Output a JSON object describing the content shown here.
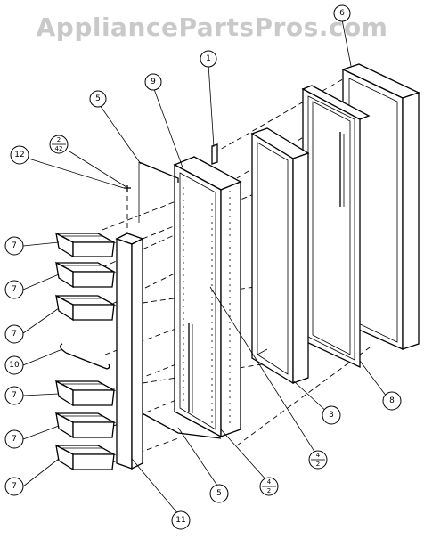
{
  "watermark": "AppliancePartsPros.com",
  "labels": {
    "c1": "1",
    "c3": "3",
    "c5a": "5",
    "c5b": "5",
    "c6": "6",
    "c7a": "7",
    "c7b": "7",
    "c7c": "7",
    "c7d": "7",
    "c7e": "7",
    "c7f": "7",
    "c8": "8",
    "c9": "9",
    "c10": "10",
    "c11": "11",
    "c12": "12",
    "f1_top": "2",
    "f1_bot": "42",
    "f2_top": "4",
    "f2_bot": "2",
    "f3_top": "4",
    "f3_bot": "2"
  }
}
